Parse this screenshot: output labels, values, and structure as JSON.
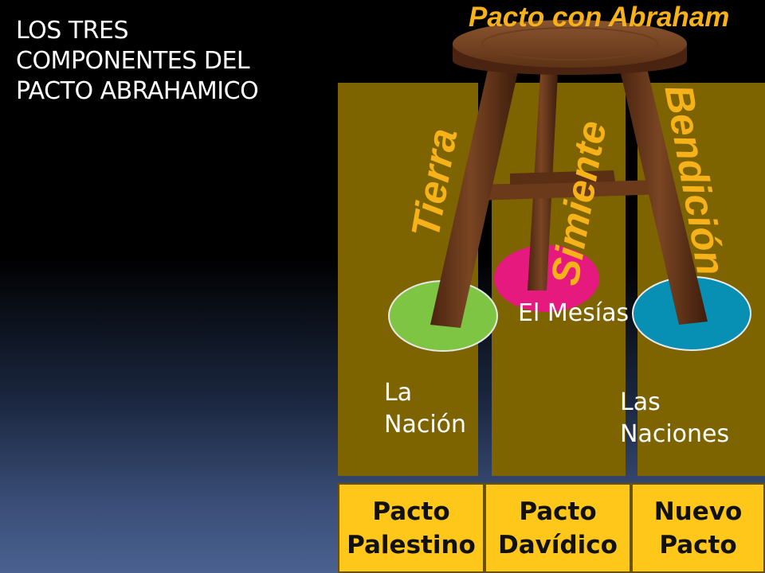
{
  "title": "LOS TRES COMPONENTES DEL PACTO ABRAHAMICO",
  "stool_top_label": "Pacto con Abraham",
  "legs": [
    {
      "label": "Tierra",
      "color": "#7ec544"
    },
    {
      "label": "Simiente",
      "color": "#e6197e"
    },
    {
      "label": "Bendición",
      "color": "#0790b3"
    }
  ],
  "columns": [
    {
      "text": "La Nación"
    },
    {
      "text": "El Mesías"
    },
    {
      "text": "Las Naciones"
    }
  ],
  "covenants": [
    {
      "label": "Pacto\nPalestino"
    },
    {
      "label": "Pacto\nDavídico"
    },
    {
      "label": "Nuevo\nPacto"
    }
  ],
  "colors": {
    "column_fill": "#7d6400",
    "label_orange": "#f7b21a",
    "box_fill": "#ffc719"
  }
}
